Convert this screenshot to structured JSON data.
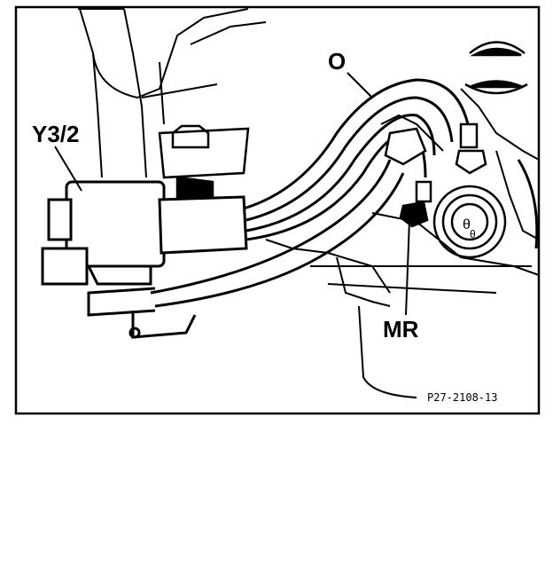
{
  "figure": {
    "labels": {
      "solenoid": "Y3/2",
      "lines": "O",
      "pressure_point": "MR"
    },
    "reference": "P27-2108-13",
    "colors": {
      "ink": "#000000",
      "paper": "#ffffff"
    }
  }
}
